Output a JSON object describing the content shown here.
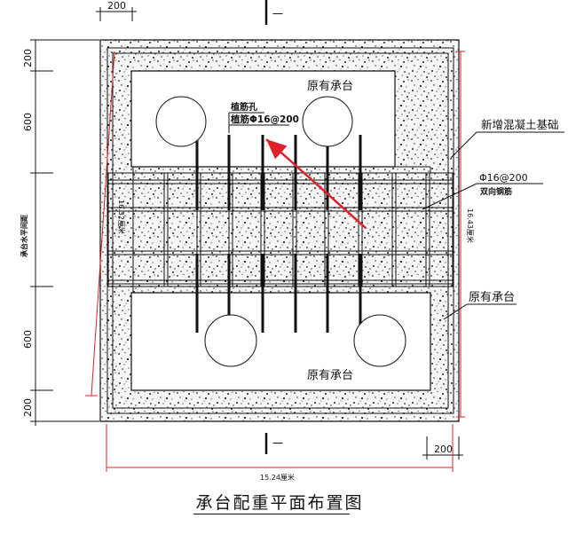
{
  "diagram": {
    "dimensions": {
      "top_left": "200",
      "bottom_right": "200",
      "left_top": "200",
      "left_upper": "600",
      "left_lower": "600",
      "left_bottom": "200",
      "left_vertical_label": "承台水平间距",
      "bottom_width": "15.24厘米",
      "right_height": "16.43厘米",
      "inner_left_height": "16.32厘米"
    },
    "labels": {
      "existing_cap_top": "原有承台",
      "existing_cap_bottom": "原有承台",
      "existing_cap_right": "原有承台",
      "new_foundation": "新增混凝土基础",
      "rebar_spec": "Φ16@200",
      "rebar_desc": "双向钢筋",
      "planting_hole": "植筋孔",
      "planting_rebar": "植筋Φ16@200",
      "section_mark_top": "一",
      "section_mark_bottom": "一"
    },
    "title": "承台配重平面布置图",
    "colors": {
      "line": "#111111",
      "annotation": "#e0202a",
      "concrete": "#f5f5f5"
    }
  }
}
